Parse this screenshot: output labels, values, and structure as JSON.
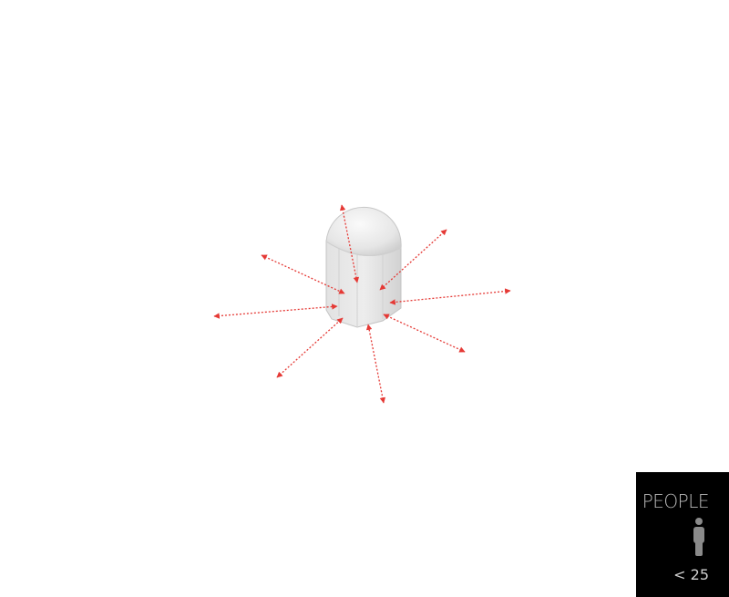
{
  "scene": {
    "model": "acorn-cap-nut",
    "arrow_color": "#e53935"
  },
  "people_panel": {
    "title": "PEOPLE",
    "icon": "person-icon",
    "count": "< 25"
  }
}
